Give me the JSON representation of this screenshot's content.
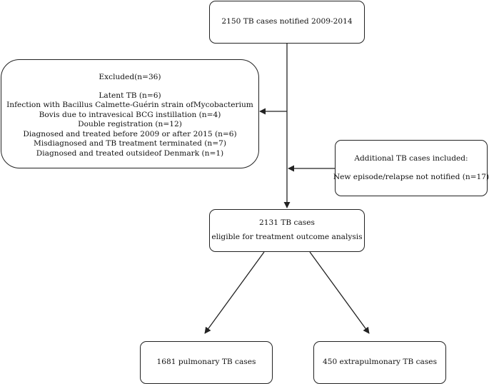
{
  "boxes": {
    "total": {
      "text": "2150 TB cases notified 2009-2014"
    },
    "excluded": {
      "heading": "Excluded(n=36)",
      "lines": [
        "Latent TB (n=6)",
        "Infection with Bacillus Calmette-Guérin strain ofMycobacterium",
        "Bovis due to intravesical BCG instillation (n=4)",
        "Double registration (n=12)",
        "Diagnosed and treated before 2009 or after 2015 (n=6)",
        "Misdiagnosed and TB treatment terminated (n=7)",
        "Diagnosed and treated outsideof Denmark (n=1)"
      ]
    },
    "additional": {
      "heading": "Additional TB cases included:",
      "line": "New episode/relapse not notified (n=17)"
    },
    "eligible": {
      "line1": "2131 TB cases",
      "line2": "eligible for treatment outcome analysis"
    },
    "pulmonary": {
      "text": "1681 pulmonary TB cases"
    },
    "extrapulmonary": {
      "text": "450 extrapulmonary TB cases"
    }
  },
  "colors": {
    "line": "#222222",
    "text": "#111111",
    "background": "#ffffff"
  }
}
